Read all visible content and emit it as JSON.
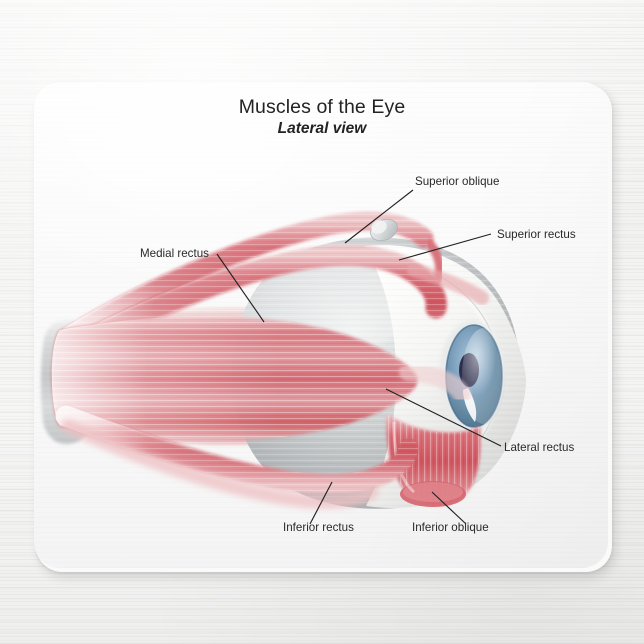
{
  "product": {
    "type": "mouse-pad",
    "surface": "white wood desk"
  },
  "diagram": {
    "title": "Muscles of the Eye",
    "subtitle": "Lateral view",
    "labels": [
      {
        "id": "superior-oblique",
        "text": "Superior oblique"
      },
      {
        "id": "superior-rectus",
        "text": "Superior rectus"
      },
      {
        "id": "medial-rectus",
        "text": "Medial rectus"
      },
      {
        "id": "lateral-rectus",
        "text": "Lateral rectus"
      },
      {
        "id": "inferior-rectus",
        "text": "Inferior rectus"
      },
      {
        "id": "inferior-oblique",
        "text": "Inferior oblique"
      }
    ],
    "colors": {
      "muscle_red": "#d9636a",
      "muscle_pale": "#e9b4b6",
      "sclera_gray": "#b9bdbf",
      "sclera_white": "#f2f2f0",
      "iris_blue": "#7a9dba",
      "pupil": "#2e2e4d",
      "label_text": "#2a2a2a",
      "leader_line": "#1f1f1f",
      "pad": "#fbfbfb"
    }
  }
}
